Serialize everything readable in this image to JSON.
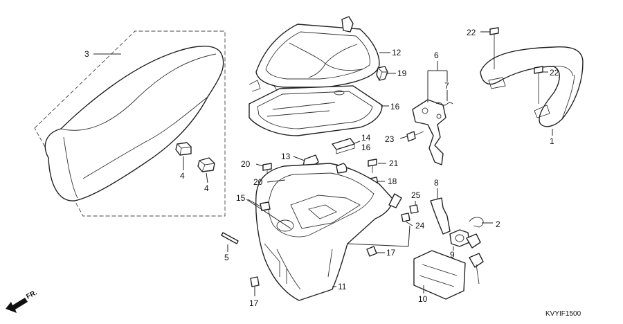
{
  "callouts": {
    "c1": "1",
    "c2": "2",
    "c3": "3",
    "c4a": "4",
    "c4b": "4",
    "c5": "5",
    "c6": "6",
    "c7": "7",
    "c8": "8",
    "c9": "9",
    "c10": "10",
    "c11": "11",
    "c12": "12",
    "c13": "13",
    "c14": "14",
    "c15": "15",
    "c16a": "16",
    "c16b": "16",
    "c17a": "17",
    "c17b": "17",
    "c18": "18",
    "c19": "19",
    "c20a": "20",
    "c20b": "20",
    "c21": "21",
    "c22a": "22",
    "c22b": "22",
    "c23": "23",
    "c24": "24",
    "c25": "25"
  },
  "direction_label": "FR.",
  "diagram_code": "KVYIF1500"
}
